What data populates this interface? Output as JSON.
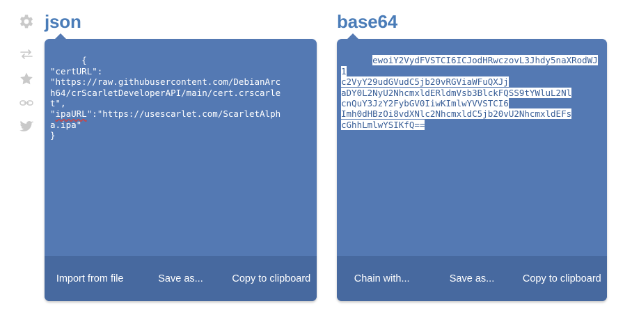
{
  "theme": {
    "page_background": "#ffffff",
    "panel_color": "#5479b3",
    "panel_footer_color": "#47699f",
    "title_color": "#4a7cb8",
    "rail_icon_color": "#c9c9c9",
    "selection_background": "#ffffff",
    "selection_text_color": "#3b6098",
    "spellcheck_underline": "#e03a2f"
  },
  "rail": {
    "items": [
      {
        "icon": "gear-icon",
        "name": "settings"
      },
      {
        "icon": "swap-arrows-icon",
        "name": "convert"
      },
      {
        "icon": "star-icon",
        "name": "favorites"
      },
      {
        "icon": "link-icon",
        "name": "link"
      },
      {
        "icon": "twitter-bird-icon",
        "name": "twitter"
      }
    ]
  },
  "panels": [
    {
      "id": "json-panel",
      "title": "json",
      "content": "{\n\"certURL\": \"https://raw.githubusercontent.com/DebianArch64/crScarletDeveloperAPI/main/cert.crscarlet\",\n\"ipaURL\":\"https://usescarlet.com/ScarletAlpha.ipa\"\n}",
      "content_lines": [
        "{",
        "\"certURL\":",
        "\"https://raw.githubusercontent.com/DebianArc",
        "h64/crScarletDeveloperAPI/main/cert.crscarle",
        "t\",",
        "\"ipaURL\":\"https://usescarlet.com/ScarletAlph",
        "a.ipa\"",
        "}"
      ],
      "selected": false,
      "spellcheck_word": "ipaURL",
      "buttons": [
        {
          "label": "Import from file",
          "name": "import-from-file-button"
        },
        {
          "label": "Save as...",
          "name": "save-as-button"
        },
        {
          "label": "Copy to clipboard",
          "name": "copy-to-clipboard-button"
        }
      ]
    },
    {
      "id": "base64-panel",
      "title": "base64",
      "content": "ewoiY2VydFVSTCI6ICJodHRwczovL3Jhdy5naXRodWJ1c2VyY29udGVudC5jb20vRGViaWFuQXJjaDY0L2NyU2NhcmxldERldmVsb3BlckFQSS9tYWluL2NlcnQuY3JzY2FybGV0IiwKImlwYVVSTCI6Imh0dHBzOi8vdXNlc2NhcmxldC5jb20vU2NhcmxldEFscGhhLmlwYSIKfQ==",
      "content_lines": [
        "ewoiY2VydFVSTCI6ICJodHRwczovL3Jhdy5naXRodWJ1",
        "c2VyY29udGVudC5jb20vRGViaWFuQXJj",
        "aDY0L2NyU2NhcmxldERldmVsb3BlckFQSS9tYWluL2Nl",
        "cnQuY3JzY2FybGV0IiwKImlwYVVSTCI6",
        "Imh0dHBzOi8vdXNlc2NhcmxldC5jb20vU2NhcmxldEFs",
        "cGhhLmlwYSIKfQ=="
      ],
      "selected": true,
      "buttons": [
        {
          "label": "Chain with...",
          "name": "chain-with-button"
        },
        {
          "label": "Save as...",
          "name": "save-as-button"
        },
        {
          "label": "Copy to clipboard",
          "name": "copy-to-clipboard-button"
        }
      ]
    }
  ]
}
